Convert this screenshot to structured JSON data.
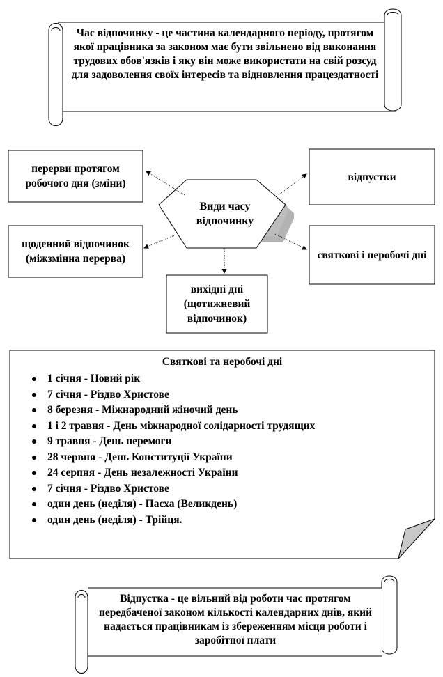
{
  "rest_time_definition": {
    "term": "Час відпочинку",
    "text": " - це частина календарного періоду, протягом якої працівника за законом має бути звільнено від виконання трудових обов'язків і яку він може використати на свій розсуд для задоволення своїх інтересів та відновлення працездатності"
  },
  "center_node": "Види часу відпочинку",
  "types": {
    "breaks": "перерви протягом робочого дня (зміни)",
    "vacations": "відпустки",
    "daily_rest": "щоденний відпочинок (міжзмінна перерва)",
    "holidays_days_off": "святкові і неробочі дні",
    "weekends": "вихідні дні (щотижневий відпочинок)"
  },
  "holidays_list": {
    "title": "Святкові та неробочі дні",
    "items": [
      "1 січня - Новий рік",
      "7 січня - Різдво Христове",
      "8 березня - Міжнародний жіночий день",
      "1 і 2 травня - День міжнародної солідарності трудящих",
      "9 травня - День перемоги",
      "28 червня - День Конституції України",
      "24 серпня - День незалежності України",
      "7 січня - Різдво Христове",
      "один день (неділя) - Пасха (Великдень)",
      "один день (неділя) - Трійця."
    ]
  },
  "vacation_definition": {
    "term": "Відпустка",
    "text": " - це вільний від роботи час протягом передбаченої законом кількості календарних днів, який надається працівникам із збереженням місця роботи і заробітної плати"
  }
}
